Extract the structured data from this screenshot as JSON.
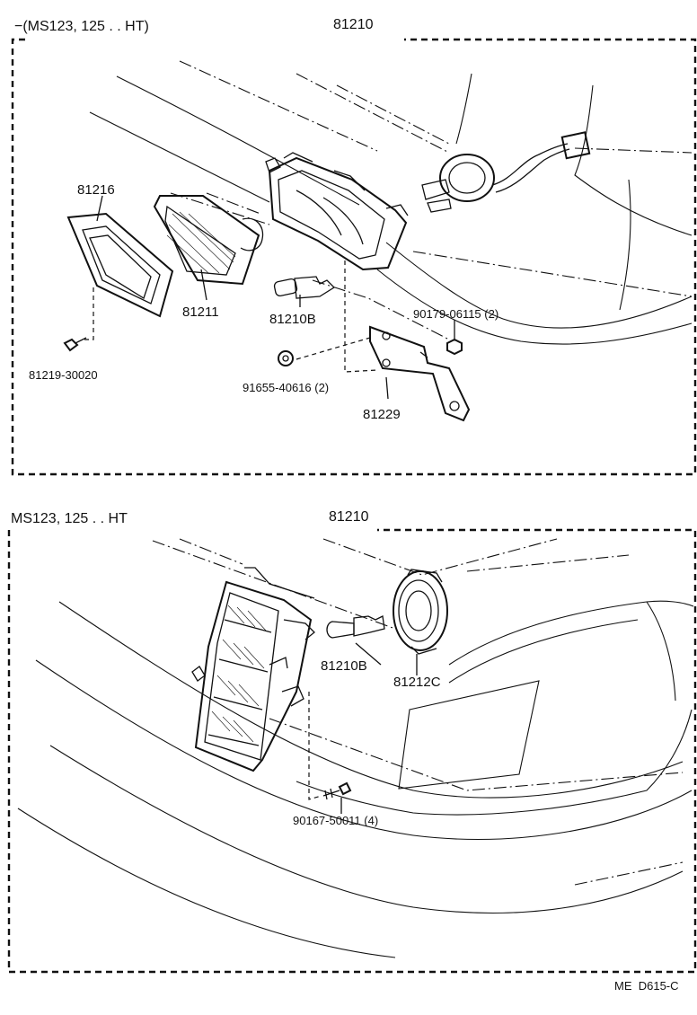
{
  "top_panel": {
    "header": "−(MS123, 125 . . HT)",
    "assembly_number": "81210",
    "parts": {
      "frame": "81216",
      "lens": "81211",
      "bulb": "81210B",
      "screw": "81219-30020",
      "nut": "90179-06115 (2)",
      "clip": "91655-40616 (2)",
      "bracket": "81229"
    }
  },
  "bottom_panel": {
    "header": "MS123, 125 . . HT",
    "assembly_number": "81210",
    "parts": {
      "bulb": "81210B",
      "socket": "81212C",
      "screw": "90167-50011 (4)"
    }
  },
  "footer_code": "ME  D615-C"
}
